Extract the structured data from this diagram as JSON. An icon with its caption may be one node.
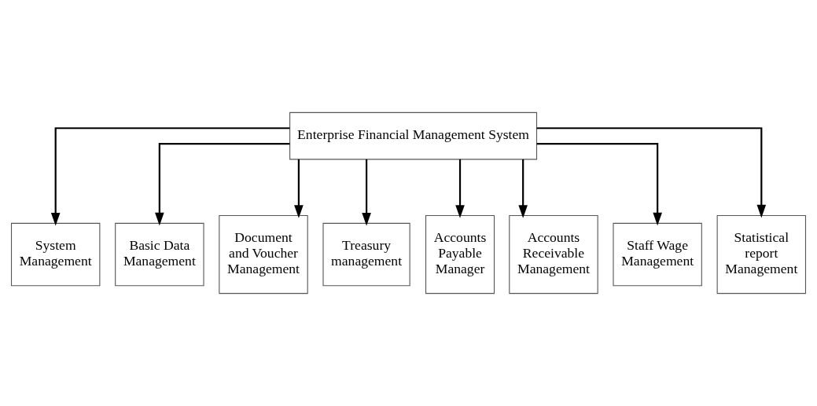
{
  "diagram": {
    "nodes": [
      {
        "text": [
          "Enterprise Financial Management System"
        ]
      },
      {
        "text": [
          "System Management"
        ]
      },
      {
        "text": [
          "Basic Data Management"
        ]
      },
      {
        "text": [
          "Document and Voucher Management"
        ]
      },
      {
        "text": [
          "Treasury management"
        ]
      },
      {
        "text": [
          "Accounts Payable Manager"
        ]
      },
      {
        "text": [
          "Accounts Receivable Management"
        ]
      },
      {
        "text": [
          "Staff Wage Management"
        ]
      },
      {
        "text": [
          "Statistical report Management"
        ]
      }
    ],
    "edges": [
      {
        "from": 0,
        "to": 1,
        "arrow": "to"
      },
      {
        "from": 0,
        "to": 2,
        "arrow": "to"
      },
      {
        "from": 0,
        "to": 3,
        "arrow": "to"
      },
      {
        "from": 0,
        "to": 4,
        "arrow": "to"
      },
      {
        "from": 0,
        "to": 5,
        "arrow": "to"
      },
      {
        "from": 0,
        "to": 6,
        "arrow": "to"
      },
      {
        "from": 0,
        "to": 7,
        "arrow": "to"
      },
      {
        "from": 0,
        "to": 8,
        "arrow": "to"
      }
    ]
  }
}
